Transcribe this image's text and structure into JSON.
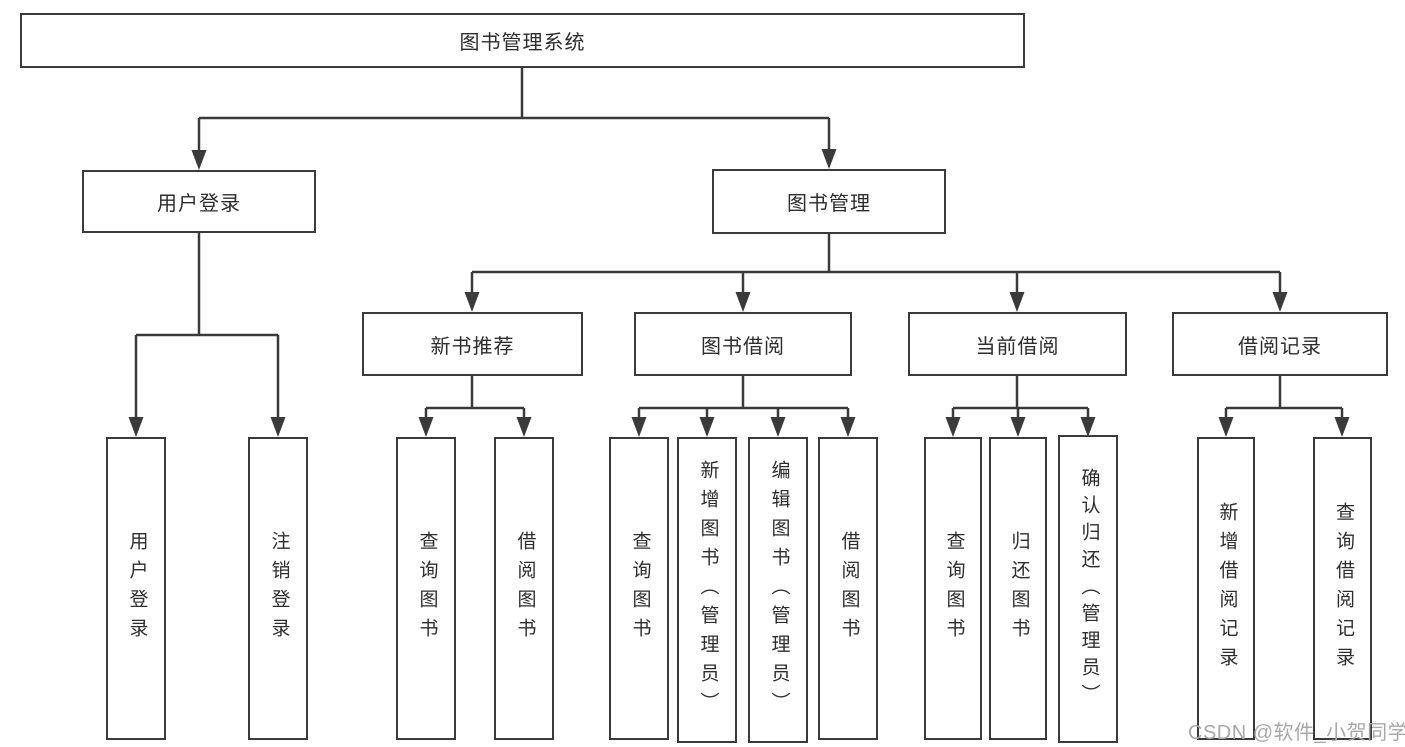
{
  "diagram": {
    "root": {
      "label": "图书管理系统"
    },
    "level2": [
      {
        "label": "用户登录"
      },
      {
        "label": "图书管理"
      }
    ],
    "level3": [
      {
        "label": "新书推荐"
      },
      {
        "label": "图书借阅"
      },
      {
        "label": "当前借阅"
      },
      {
        "label": "借阅记录"
      }
    ],
    "leaves": {
      "user_login": [
        "用户登录",
        "注销登录"
      ],
      "new_book": [
        "查询图书",
        "借阅图书"
      ],
      "borrow": [
        "查询图书",
        "新增图书（管理员）",
        "编辑图书（管理员）",
        "借阅图书"
      ],
      "current": [
        "查询图书",
        "归还图书",
        "确认归还（管理员）"
      ],
      "records": [
        "新增借阅记录",
        "查询借阅记录"
      ]
    }
  },
  "watermark": "CSDN @软件_小贺同学",
  "colors": {
    "line": "#3a3a3a",
    "border": "#3a3a3a",
    "text": "#2d2d2d",
    "background": "#ffffff",
    "watermark": "#a8a8a8"
  }
}
